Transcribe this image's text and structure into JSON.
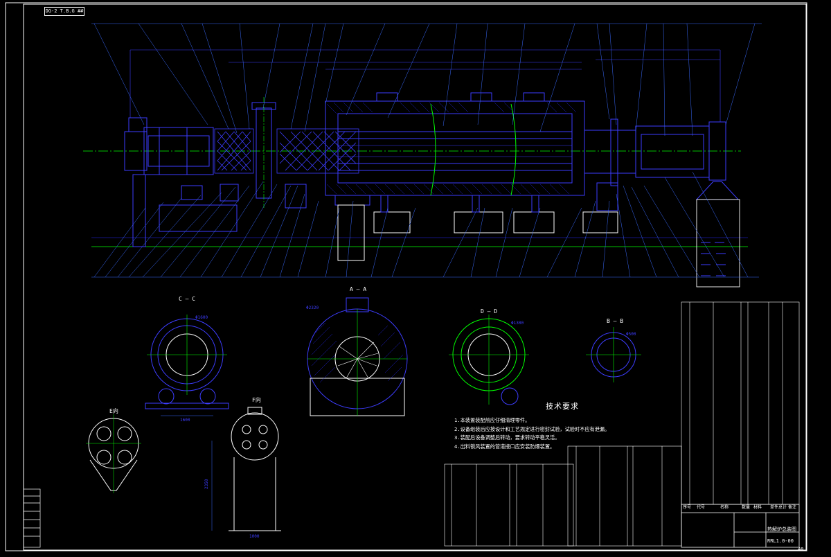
{
  "sheet": {
    "title_tab": "DG-2 T.B.G ##",
    "sheet_number": "40",
    "drawing_name": "热解炉总装图",
    "drawing_code": "RRL1.0-00"
  },
  "colors": {
    "background": "#000000",
    "frame": "#ffffff",
    "outline": "#2b2bff",
    "centerline": "#00ff00",
    "leader": "#3a6bff",
    "hatch": "#1f1fd0",
    "text": "#ffffff"
  },
  "section_labels": {
    "cc": "C — C",
    "aa": "A — A",
    "dd": "D — D",
    "bb": "B — B",
    "e": "E向",
    "f": "F向"
  },
  "tech_requirements": {
    "title": "技术要求",
    "items": [
      "1.本装置装配前应仔细清理零件。",
      "2.设备组装后应按设计和工艺规定进行密封试验，试验时不应有泄漏。",
      "3.装配后设备调整后转动，要求转动平稳灵活。",
      "4.出料锁风装置的管道接口应安装防爆装置。"
    ]
  },
  "parts_table_right": {
    "header": [
      "序号",
      "代号",
      "名称",
      "数量",
      "材料",
      "单件",
      "总计",
      "备注"
    ]
  },
  "dimensions": {
    "aa_diameter": "Φ2320",
    "cc_diameter": "Φ1600",
    "dd_diameter": "Φ1300",
    "bb_diameter": "Φ500",
    "f_height": "2350",
    "f_width": "1000",
    "cc_width": "1600"
  }
}
